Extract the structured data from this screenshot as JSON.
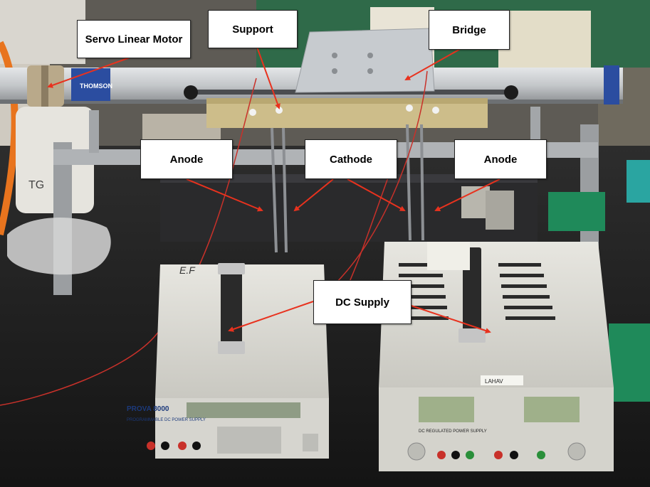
{
  "callouts": {
    "servo_linear_motor": "Servo Linear Motor",
    "support": "Support",
    "bridge": "Bridge",
    "anode_left": "Anode",
    "cathode": "Cathode",
    "anode_right": "Anode",
    "dc_supply": "DC Supply"
  },
  "equipment_text": {
    "thomson": "THOMSON",
    "handwritten_label": "E.F",
    "tape_label": "LAHAV",
    "prova_brand": "PROVA 8000",
    "prova_subtitle": "PROGRAMMABLE DC POWER SUPPLY",
    "right_psu_subtitle": "DC REGULATED POWER SUPPLY"
  },
  "colors": {
    "arrow": "#e8321e",
    "callout_bg": "#ffffff",
    "rail": "#c9ccd0",
    "frame": "#9ea1a4",
    "bench": "#1e1e1e",
    "psu_body": "#d9d8d2",
    "lcd": "#9fb08a",
    "green_cabinet": "#2e6b4a"
  }
}
